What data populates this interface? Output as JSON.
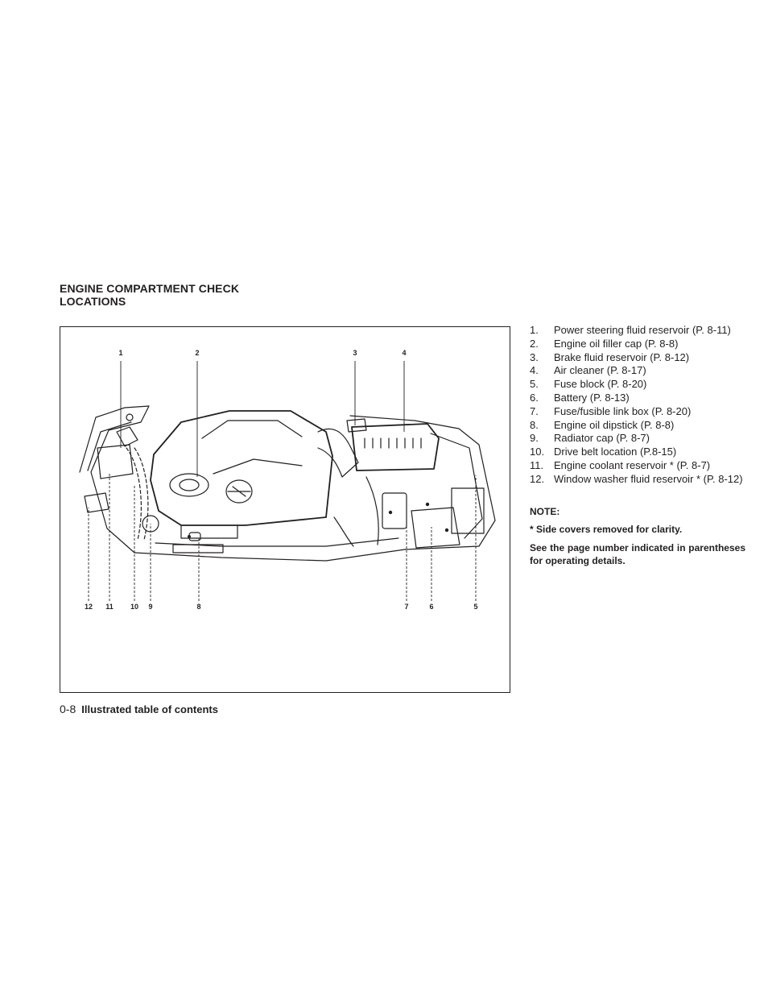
{
  "section": {
    "title_line1": "ENGINE COMPARTMENT CHECK",
    "title_line2": "LOCATIONS"
  },
  "figure": {
    "callouts_top": [
      "1",
      "2",
      "3",
      "4"
    ],
    "callouts_bottom": [
      "12",
      "11",
      "10",
      "9",
      "8",
      "7",
      "6",
      "5"
    ]
  },
  "items": [
    {
      "num": "1.",
      "text": "Power steering fluid reservoir (P. 8-11)"
    },
    {
      "num": "2.",
      "text": "Engine oil filler cap (P. 8-8)"
    },
    {
      "num": "3.",
      "text": "Brake fluid reservoir (P. 8-12)"
    },
    {
      "num": "4.",
      "text": "Air cleaner (P. 8-17)"
    },
    {
      "num": "5.",
      "text": "Fuse block (P. 8-20)"
    },
    {
      "num": "6.",
      "text": "Battery (P. 8-13)"
    },
    {
      "num": "7.",
      "text": "Fuse/fusible link box (P. 8-20)"
    },
    {
      "num": "8.",
      "text": "Engine oil dipstick (P. 8-8)"
    },
    {
      "num": "9.",
      "text": "Radiator cap (P. 8-7)"
    },
    {
      "num": "10.",
      "text": "Drive belt location (P.8-15)"
    },
    {
      "num": "11.",
      "text": "Engine coolant reservoir * (P. 8-7)"
    },
    {
      "num": "12.",
      "text": "Window washer fluid reservoir * (P. 8-12)"
    }
  ],
  "note": {
    "heading": "NOTE:",
    "side_covers": "* Side covers removed for clarity.",
    "see_page": "See the page number indicated in parentheses for operating details."
  },
  "footer": {
    "page_number": "0-8",
    "label": "Illustrated table of contents"
  }
}
